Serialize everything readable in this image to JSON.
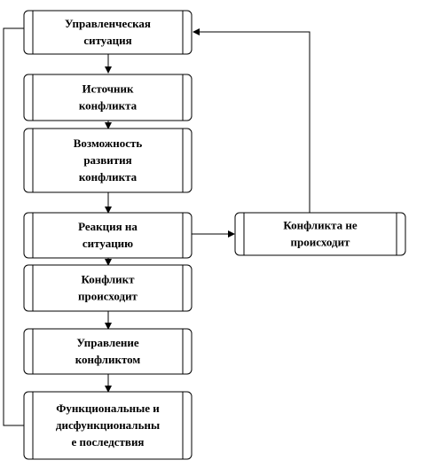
{
  "nodes": [
    {
      "id": "situation",
      "lines": [
        "Управленческая",
        "ситуация"
      ]
    },
    {
      "id": "source",
      "lines": [
        "Источник",
        "конфликта"
      ]
    },
    {
      "id": "possibility",
      "lines": [
        "Возможность",
        "развития",
        "конфликта"
      ]
    },
    {
      "id": "reaction",
      "lines": [
        "Реакция на",
        "ситуацию"
      ]
    },
    {
      "id": "occurs",
      "lines": [
        "Конфликт",
        "происходит"
      ]
    },
    {
      "id": "management",
      "lines": [
        "Управление",
        "конфликтом"
      ]
    },
    {
      "id": "consequences",
      "lines": [
        "Функциональные и",
        "дисфункциональны",
        "е последствия"
      ]
    },
    {
      "id": "not-occur",
      "lines": [
        "Конфликта не",
        "происходит"
      ]
    }
  ]
}
